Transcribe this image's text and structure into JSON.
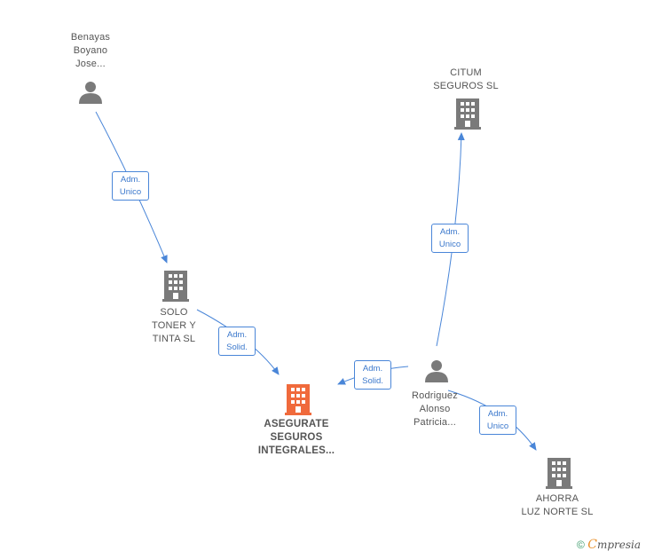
{
  "colors": {
    "edge": "#4a86d8",
    "node_icon": "#7a7a7a",
    "focus_icon": "#f06a3c",
    "label": "#555555"
  },
  "nodes": {
    "benayas": {
      "type": "person",
      "lines": [
        "Benayas",
        "Boyano",
        "Jose..."
      ]
    },
    "solo_toner": {
      "type": "company",
      "lines": [
        "SOLO",
        "TONER Y",
        "TINTA SL"
      ]
    },
    "asegurate": {
      "type": "company-focus",
      "lines": [
        "ASEGURATE",
        "SEGUROS",
        "INTEGRALES..."
      ]
    },
    "citum": {
      "type": "company",
      "lines": [
        "CITUM",
        "SEGUROS SL"
      ]
    },
    "rodriguez": {
      "type": "person",
      "lines": [
        "Rodriguez",
        "Alonso",
        "Patricia..."
      ]
    },
    "ahorra": {
      "type": "company",
      "lines": [
        "AHORRA",
        "LUZ NORTE  SL"
      ]
    }
  },
  "edges": {
    "e1": {
      "from": "benayas",
      "to": "solo_toner",
      "lines": [
        "Adm.",
        "Unico"
      ]
    },
    "e2": {
      "from": "solo_toner",
      "to": "asegurate",
      "lines": [
        "Adm.",
        "Solid."
      ]
    },
    "e3": {
      "from": "rodriguez",
      "to": "asegurate",
      "lines": [
        "Adm.",
        "Solid."
      ]
    },
    "e4": {
      "from": "rodriguez",
      "to": "citum",
      "lines": [
        "Adm.",
        "Unico"
      ]
    },
    "e5": {
      "from": "rodriguez",
      "to": "ahorra",
      "lines": [
        "Adm.",
        "Unico"
      ]
    }
  },
  "footer": {
    "copyright": "©",
    "brand_first": "C",
    "brand_rest": "mpresia"
  }
}
